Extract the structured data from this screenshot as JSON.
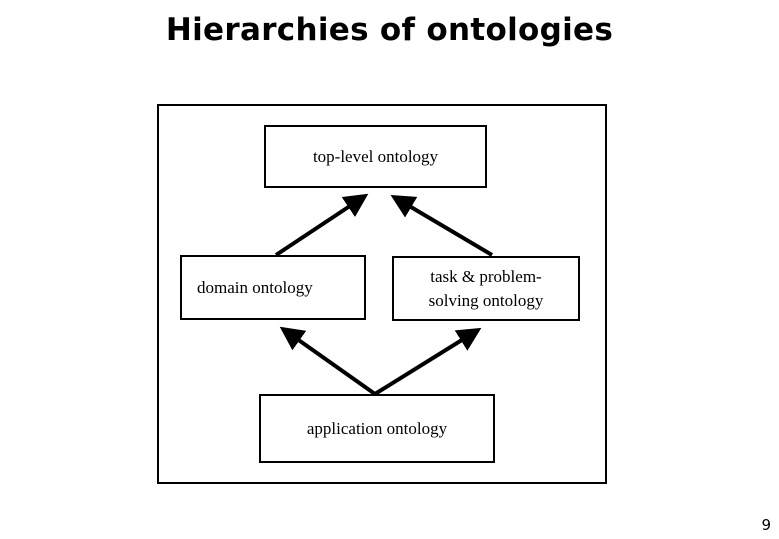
{
  "title": "Hierarchies of ontologies",
  "diagram": {
    "nodes": {
      "top_level": "top-level ontology",
      "domain": "domain ontology",
      "task": "task & problem-solving ontology",
      "application": "application ontology"
    },
    "edges": [
      {
        "from": "domain",
        "to": "top_level"
      },
      {
        "from": "task",
        "to": "top_level"
      },
      {
        "from": "application",
        "to": "domain"
      },
      {
        "from": "application",
        "to": "task"
      }
    ]
  },
  "page_number": "9"
}
